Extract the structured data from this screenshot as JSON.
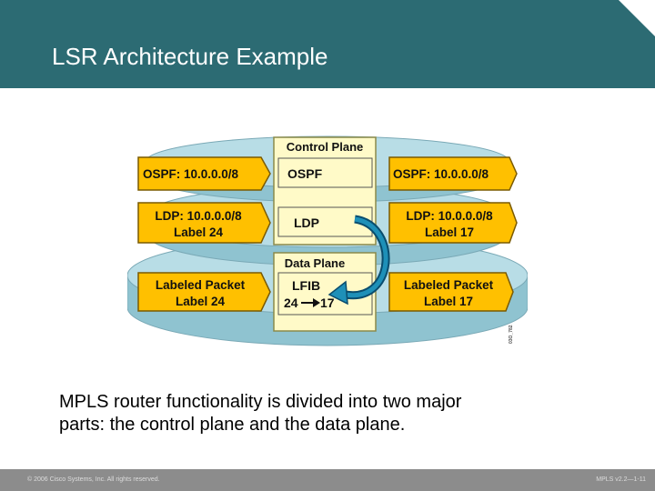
{
  "slide": {
    "title": "LSR Architecture Example",
    "caption_line1": "MPLS router functionality is divided into two major",
    "caption_line2": "parts: the control plane and the data plane."
  },
  "diagram": {
    "control_plane_label": "Control Plane",
    "data_plane_label": "Data Plane",
    "ospf_box": "OSPF",
    "ldp_box": "LDP",
    "lfib_box": "LFIB",
    "lfib_in": "24",
    "lfib_out": "17",
    "left_ospf": "OSPF: 10.0.0.0/8",
    "right_ospf": "OSPF: 10.0.0.0/8",
    "left_ldp_line1": "LDP: 10.0.0.0/8",
    "left_ldp_line2": "Label 24",
    "right_ldp_line1": "LDP: 10.0.0.0/8",
    "right_ldp_line2": "Label 17",
    "left_packet_line1": "Labeled Packet",
    "left_packet_line2": "Label 24",
    "right_packet_line1": "Labeled Packet",
    "right_packet_line2": "Label 17",
    "figure_code": "03O_782"
  },
  "footer": {
    "copyright": "© 2006 Cisco Systems, Inc. All rights reserved.",
    "slide_ref": "MPLS v2.2—1-11"
  },
  "colors": {
    "header": "#2c6b73",
    "slab": "#b8dde6",
    "plane_fill": "#fffac8",
    "arrow_fill": "#ffc000",
    "arrow_border": "#7a5a00",
    "curve_arrow": "#006e96"
  }
}
